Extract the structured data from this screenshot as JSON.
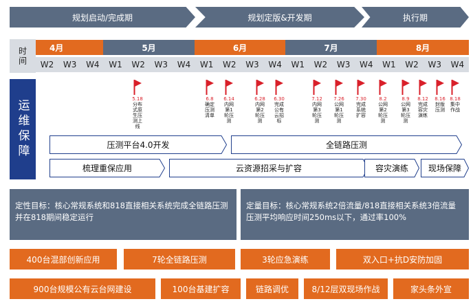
{
  "phases": [
    {
      "label": "规划启动/完成期"
    },
    {
      "label": "规划定版&开发期"
    },
    {
      "label": "执行期"
    }
  ],
  "time_label": "时间",
  "months": [
    {
      "label": "4月",
      "style": "orange"
    },
    {
      "label": "5月",
      "style": "slate"
    },
    {
      "label": "6月",
      "style": "orange"
    },
    {
      "label": "7月",
      "style": "slate"
    },
    {
      "label": "8月",
      "style": "orange"
    }
  ],
  "weeks": [
    "W2",
    "W3",
    "W4",
    "W1",
    "W2",
    "W3",
    "W4",
    "W1",
    "W2",
    "W3",
    "W4",
    "W1",
    "W2",
    "W3",
    "W4",
    "W1",
    "W2",
    "W3",
    "W4"
  ],
  "ops_label": "运维保障",
  "milestones": [
    {
      "date": "5.18",
      "label": "分布式原生压测上线"
    },
    {
      "date": "6.8",
      "label": "确定压测清单"
    },
    {
      "date": "6.14",
      "label": "内网第1轮压测"
    },
    {
      "date": "6.28",
      "label": "内网第2轮压测"
    },
    {
      "date": "6.30",
      "label": "完成公有云招标"
    },
    {
      "date": "7.12",
      "label": "内网第3轮压测"
    },
    {
      "date": "7.26",
      "label": "公网第1轮压测"
    },
    {
      "date": "7.30",
      "label": "完成系统扩容"
    },
    {
      "date": "8.2",
      "label": "公网第2轮压测"
    },
    {
      "date": "8.9",
      "label": "公网第3轮压测"
    },
    {
      "date": "8.12",
      "label": "完成容灾演练"
    },
    {
      "date": "8.16",
      "label": "封版压测"
    },
    {
      "date": "8.18",
      "label": "集中作战"
    }
  ],
  "tracks": [
    {
      "label": "压测平台4.0开发"
    },
    {
      "label": "全链路压测"
    },
    {
      "label": "梳理重保应用"
    },
    {
      "label": "云资源招采与扩容"
    },
    {
      "label": "容灾演练"
    },
    {
      "label": "现场保障"
    }
  ],
  "goals": {
    "qualitative": "定性目标：核心常规系统和818直接相关系统完成全链路压测并在818期间稳定运行",
    "quantitative": "定量目标：核心常规系统2倍流量/818直接相关系统3倍流量压测平均响应时间250ms以下，通过率100%"
  },
  "outcomes_row1": [
    "400台混部创新应用",
    "7轮全链路压测",
    "3轮应急演练",
    "双入口+抗D安防加固"
  ],
  "outcomes_row2": [
    "900台规模公有云台网建设",
    "100台基建扩容",
    "链路调优",
    "8/12层双现场作战",
    "家头条外宣"
  ],
  "colors": {
    "slate": "#5a6b82",
    "orange": "#e26a1f",
    "light_gray": "#d8dce2",
    "navy": "#1f3e8c",
    "red": "#d9202a"
  }
}
